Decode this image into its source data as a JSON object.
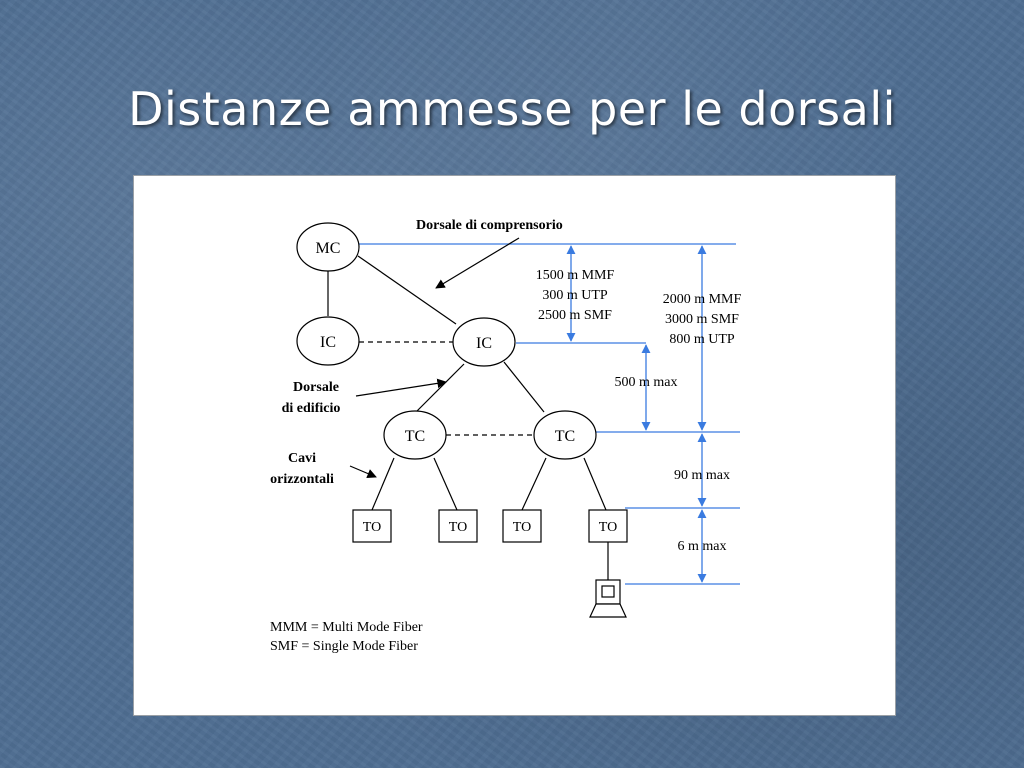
{
  "slide": {
    "title": "Distanze ammesse per le dorsali"
  },
  "diagram": {
    "nodes": {
      "mc": "MC",
      "ic_left": "IC",
      "ic_center": "IC",
      "tc_left": "TC",
      "tc_right": "TC",
      "to_1": "TO",
      "to_2": "TO",
      "to_3": "TO",
      "to_4": "TO"
    },
    "annotations": {
      "dorsale_comprensorio": "Dorsale di comprensorio",
      "dorsale_edificio_1": "Dorsale",
      "dorsale_edificio_2": "di edificio",
      "cavi_1": "Cavi",
      "cavi_2": "orizzontali"
    },
    "distances": {
      "ic_mc": [
        "1500 m MMF",
        "300 m UTP",
        "2500 m SMF"
      ],
      "tc_mc": [
        "2000 m MMF",
        "3000 m SMF",
        "800 m UTP"
      ],
      "tc_ic": "500 m max",
      "to_tc": "90 m max",
      "pc_to": "6 m max"
    },
    "legend": [
      "MMM = Multi Mode Fiber",
      "SMF = Single Mode Fiber"
    ],
    "colors": {
      "measure_line": "#3a7be0",
      "node_stroke": "#000000"
    }
  }
}
